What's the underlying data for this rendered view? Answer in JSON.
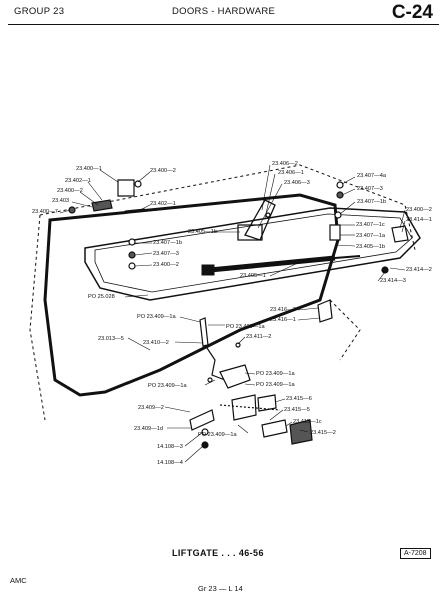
{
  "header": {
    "group": "GROUP 23",
    "section": "DOORS - HARDWARE",
    "page": "C-24"
  },
  "caption": "LIFTGATE . . . 46-56",
  "reference_box": "A-7208",
  "footer": {
    "left": "AMC",
    "center": "Gr 23 — L 14"
  },
  "labels": [
    "23.400—1",
    "23.400—2",
    "23.402—1",
    "23.400—2",
    "23.403",
    "23.400—7",
    "23.402—1",
    "23.406—2",
    "23.406—1",
    "23.406—3",
    "23.407—4a",
    "23.407—3",
    "23.407—1b",
    "23.405—1b",
    "23.407—1b",
    "23.407—3",
    "23.400—2",
    "23.407—1c",
    "23.407—1a",
    "23.405—1b",
    "23.400—2",
    "23.414—1",
    "23.414—2",
    "23.414—3",
    "23.405—1",
    "PO 25.028",
    "23.416—3",
    "23.416—1",
    "PO 23.409—1a",
    "PO 23.409—1a",
    "23.013—5",
    "23.410—2",
    "23.411—2",
    "PO 23.409—1a",
    "PO 23.409—1a",
    "PO 23.409—1a",
    "23.415—6",
    "23.409—2",
    "23.415—5",
    "23.409—1d",
    "PO 23.409—1a",
    "23.415—1c",
    "23.415—2",
    "14.108—3",
    "14.108—4"
  ]
}
